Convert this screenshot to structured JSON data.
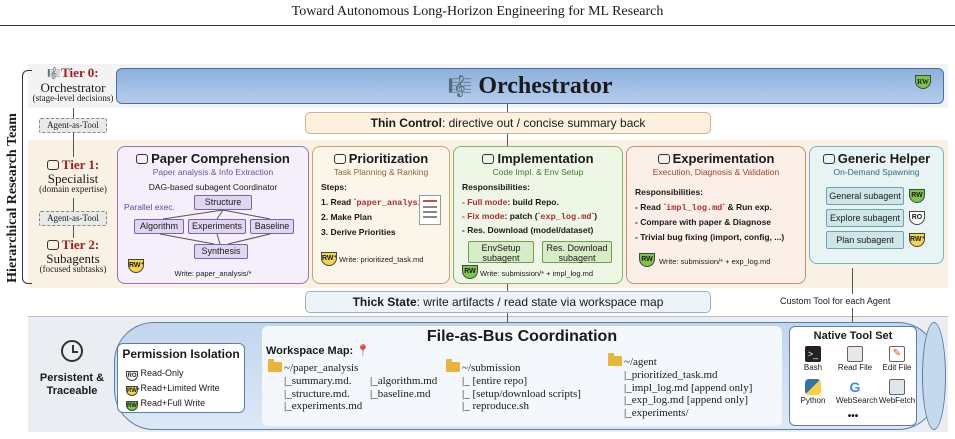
{
  "header": {
    "title": "Toward Autonomous Long-Horizon Engineering for ML Research"
  },
  "side_label": "Hierarchical Research Team",
  "tiers": [
    {
      "label": "Tier 0:",
      "name": "Orchestrator",
      "desc": "(stage-level decisions)"
    },
    {
      "label": "Tier 1:",
      "name": "Specialist",
      "desc": "(domain expertise)"
    },
    {
      "label": "Tier 2:",
      "name": "Subagents",
      "desc": "(focused subtasks)"
    }
  ],
  "agent_as_tool": "Agent-as-Tool",
  "orchestrator": {
    "title": "Orchestrator",
    "badge": "RW"
  },
  "thin_control": {
    "bold": "Thin Control",
    "rest": ": directive out / concise summary back"
  },
  "thick_state": {
    "bold": "Thick State",
    "rest": ": write artifacts / read state via workspace map"
  },
  "paper": {
    "title": "Paper Comprehension",
    "subtitle": "Paper analysis & Info Extraction",
    "coordinator": "DAG-based subagent Coordinator",
    "parallel": "Parallel exec.",
    "nodes": {
      "structure": "Structure",
      "algorithm": "Algorithm",
      "experiments": "Experiments",
      "baseline": "Baseline",
      "synthesis": "Synthesis"
    },
    "badge": "RW⁺",
    "write": "Write: paper_analysis/*"
  },
  "prio": {
    "title": "Prioritization",
    "subtitle": "Task Planning & Ranking",
    "steps_label": "Steps:",
    "step1_pre": "1. Read `",
    "step1_code": "paper_analysis/*",
    "step1_post": "`",
    "step2": "2. Make Plan",
    "step3": "3. Derive Priorities",
    "badge": "RW⁺",
    "write": "Write: prioritized_task.md"
  },
  "impl": {
    "title": "Implementation",
    "subtitle": "Code Impl. & Env Setup",
    "resp_label": "Responsibilities:",
    "r1_red": "- Full mode",
    "r1_rest": ": build Repo.",
    "r2_red": "- Fix mode",
    "r2_rest": ": patch (`",
    "r2_code": "exp_log.md",
    "r2_end": "`)",
    "r3": "- Res. Download (model/dataset)",
    "btn1": "EnvSetup subagent",
    "btn2": "Res. Download subagent",
    "badge": "RW",
    "write": "Write: submission/* + impl_log.md"
  },
  "exp": {
    "title": "Experimentation",
    "subtitle": "Execution, Diagnosis & Validation",
    "resp_label": "Responsibilities:",
    "r1_pre": "- Read `",
    "r1_code": "impl_log.md",
    "r1_post": "` & Run exp.",
    "r2": "- Compare with paper & Diagnose",
    "r3": "- Trivial bug fixing (import, config, ...)",
    "badge": "RW",
    "write": "Write: submission/* + exp_log.md"
  },
  "gen": {
    "title": "Generic Helper",
    "subtitle": "On-Demand Spawning",
    "btn1": "General subagent",
    "btn2": "Explore subagent",
    "btn3": "Plan subagent",
    "badge1": "RW",
    "badge2": "RO",
    "badge3": "RW⁺"
  },
  "custom_tool": "Custom Tool for each Agent",
  "persistent": {
    "line1": "Persistent &",
    "line2": "Traceable"
  },
  "permission": {
    "title": "Permission Isolation",
    "items": [
      {
        "badge": "RO",
        "label": "Read-Only"
      },
      {
        "badge": "RW⁺",
        "label": "Read+Limited Write"
      },
      {
        "badge": "RW",
        "label": "Read+Full Write"
      }
    ]
  },
  "fab_title": "File-as-Bus Coordination",
  "workspace_label": "Workspace Map:",
  "ws": {
    "paper": {
      "name": "~/paper_analysis",
      "lines": [
        "|_summary.md.",
        "|_structure.md.",
        "|_experiments.md"
      ],
      "lines2": [
        "|_algorithm.md",
        "|_baseline.md"
      ]
    },
    "sub": {
      "name": "~/submission",
      "lines": [
        "|_ [entire repo]",
        "|_ [setup/download scripts]",
        "|_ reproduce.sh"
      ]
    },
    "agent": {
      "name": "~/agent",
      "lines": [
        "|_prioritized_task.md",
        "|_impl_log.md [append only]",
        "|_exp_log.md [append only]",
        "|_experiments/"
      ]
    }
  },
  "native": {
    "title": "Native Tool Set",
    "tools": [
      "Bash",
      "Read File",
      "Edit File",
      "Python",
      "WebSearch",
      "WebFetch"
    ],
    "more": "•••"
  },
  "colors": {
    "orchestrator": "#a3c1e6",
    "tier_red": "#a61b1b",
    "paper": "#8f78b8",
    "prio": "#c6a56e",
    "impl": "#86b36e",
    "exp": "#d08c70",
    "gen": "#7fb0b8"
  }
}
